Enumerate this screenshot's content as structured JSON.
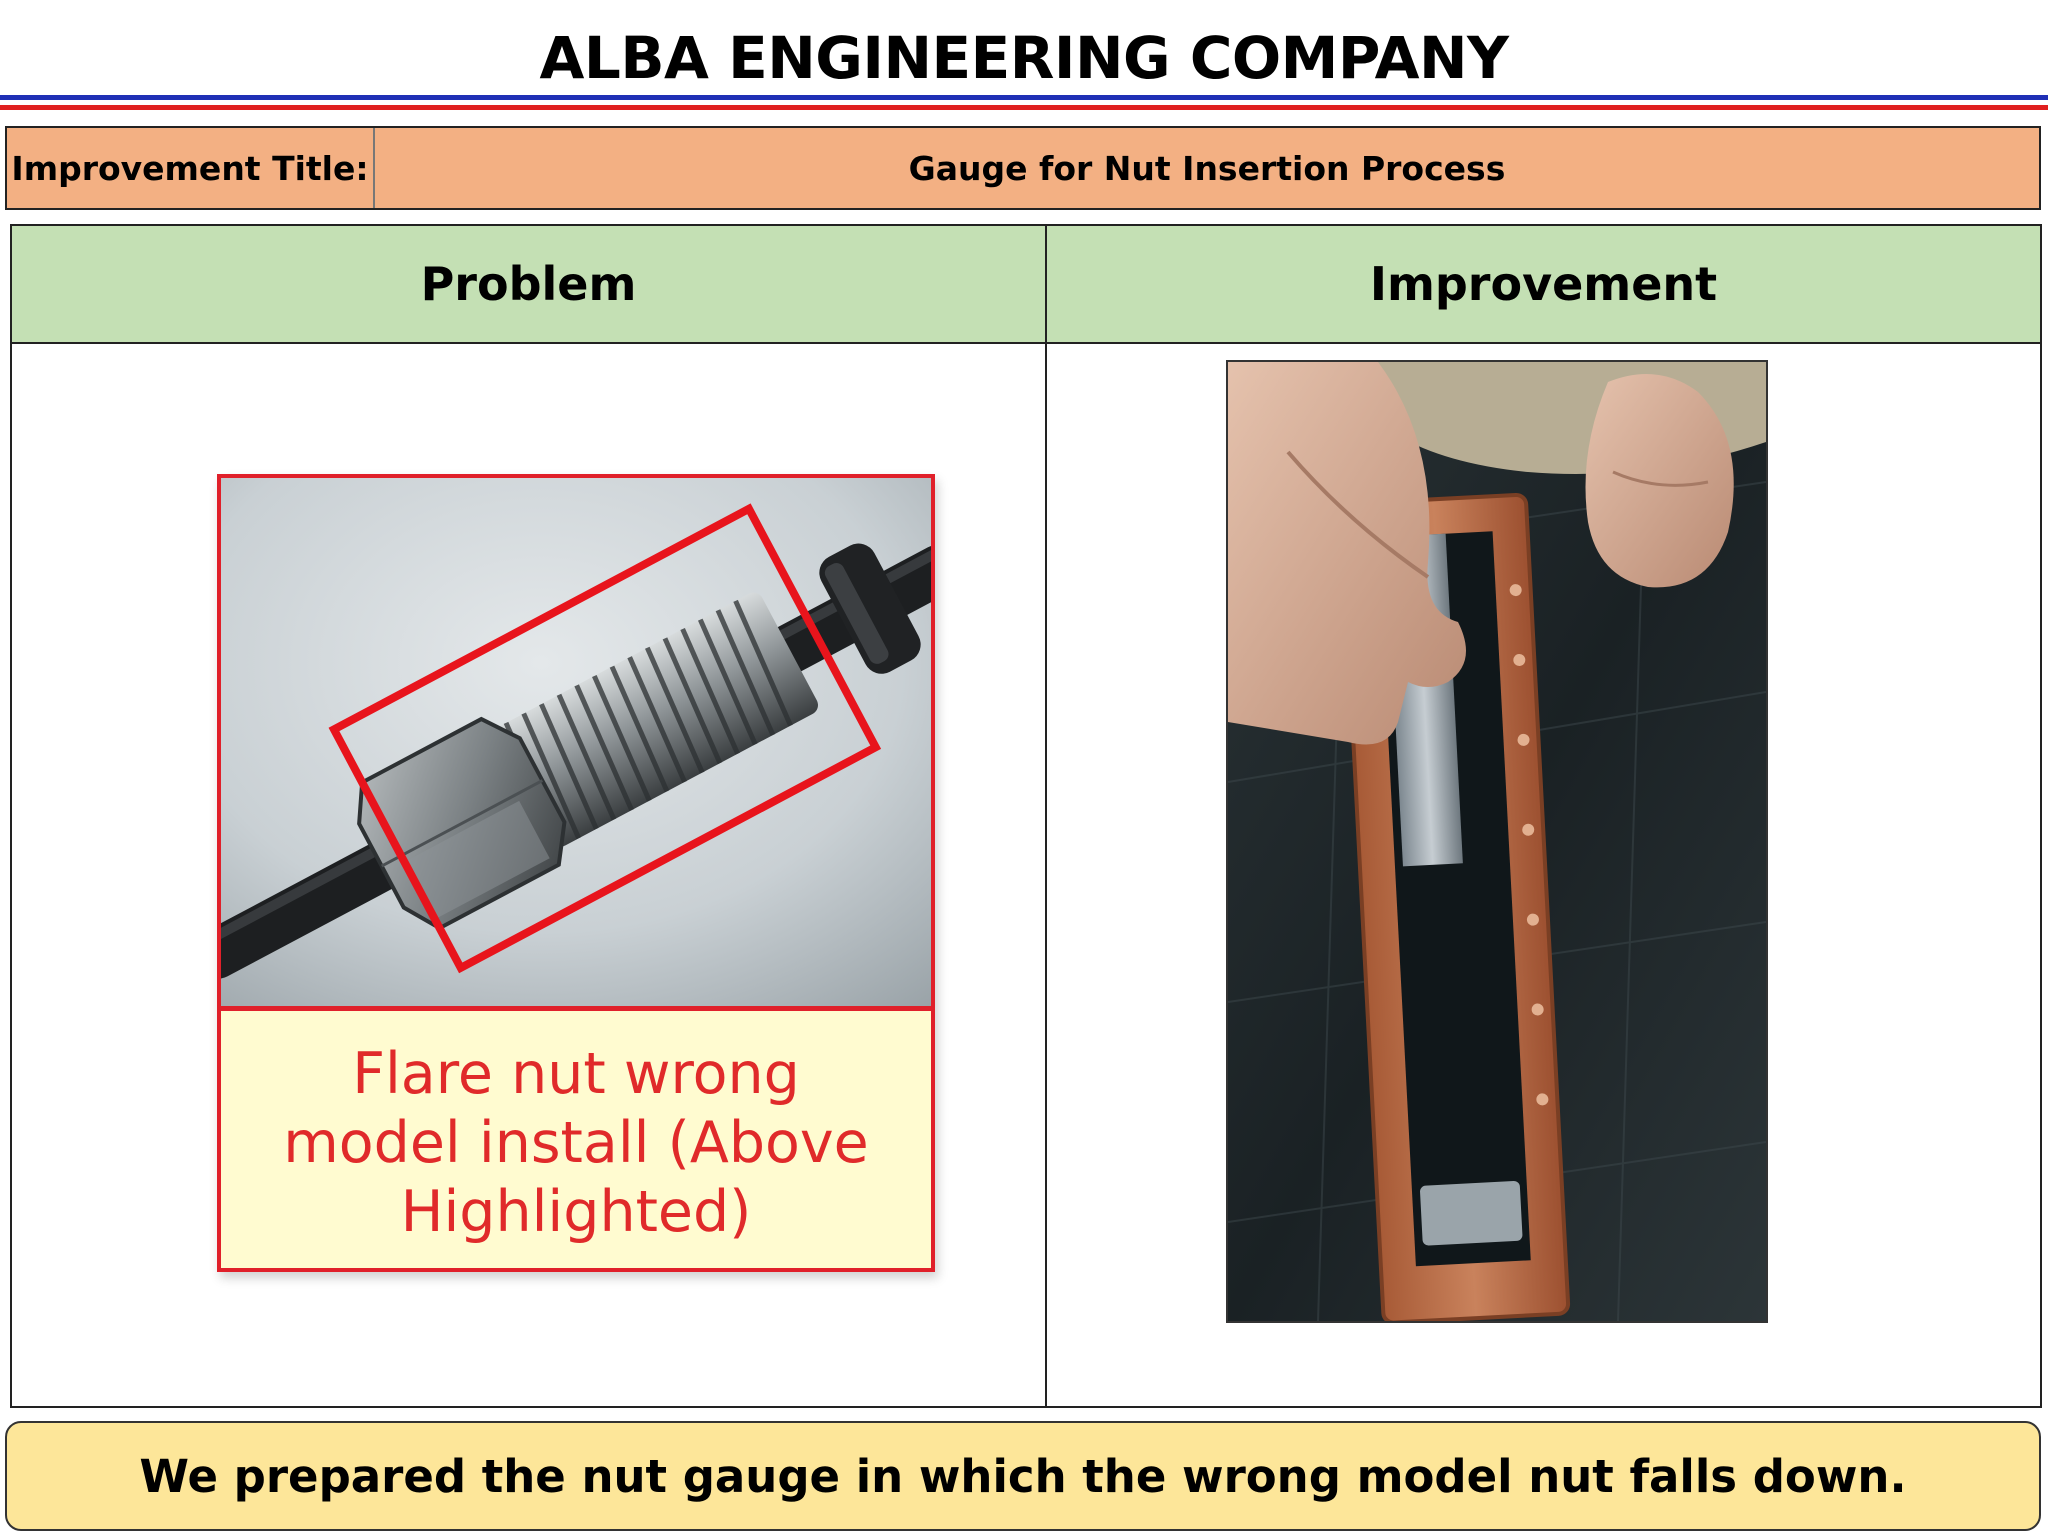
{
  "header": {
    "company": "ALBA ENGINEERING COMPANY",
    "accent_colors": [
      "#1f2fb5",
      "#e02020"
    ]
  },
  "improvement": {
    "label": "Improvement Title:",
    "title": "Gauge for Nut Insertion Process"
  },
  "columns": {
    "problem": "Problem",
    "improvement": "Improvement"
  },
  "problem_image": {
    "caption": "Flare  nut wrong\nmodel install (Above\nHighlighted)",
    "highlight_color": "#e0202a"
  },
  "improvement_image": {
    "subject": "hands-holding-nut-gauge-photo"
  },
  "footer": {
    "text": "We prepared the nut gauge in which the wrong model nut falls down."
  }
}
